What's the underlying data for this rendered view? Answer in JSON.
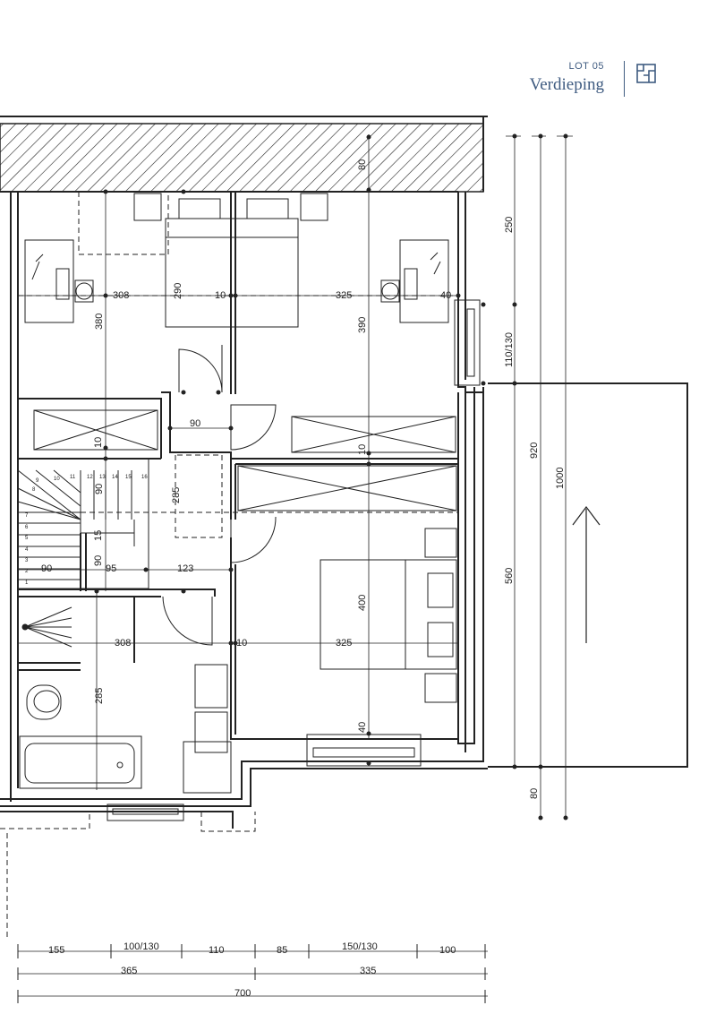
{
  "header": {
    "lot": "LOT 05",
    "title": "Verdieping",
    "icon": "floor-plan-icon",
    "color": "#3f5b80"
  },
  "dimensions": {
    "roof": "80",
    "left_room_width": "308",
    "bed_width": "290",
    "wall_a": "10",
    "right_room_width": "325",
    "wall_b": "40",
    "left_room_depth": "380",
    "right_room_depth": "390",
    "corridor_width": "90",
    "wall_c": "10",
    "wall_d": "10",
    "landing_depth": "285",
    "stair_a": "90",
    "stair_b": "15",
    "stair_c": "90",
    "stair_d": "90",
    "stair_e": "95",
    "hall_width": "123",
    "bath_width": "308",
    "wall_e": "10",
    "master_width": "325",
    "master_depth": "400",
    "bath_depth": "285",
    "window_wall": "40",
    "right_250": "250",
    "right_110_130": "110/130",
    "right_920": "920",
    "right_1000": "1000",
    "right_560": "560",
    "right_80": "80",
    "bottom_row1": [
      "155",
      "100/130",
      "110",
      "85",
      "150/130",
      "100"
    ],
    "bottom_row2": [
      "365",
      "335"
    ],
    "bottom_total": "700"
  },
  "stair_steps": [
    "1",
    "2",
    "3",
    "4",
    "5",
    "6",
    "7",
    "8",
    "9",
    "10",
    "11",
    "12",
    "13",
    "14",
    "15",
    "16"
  ]
}
